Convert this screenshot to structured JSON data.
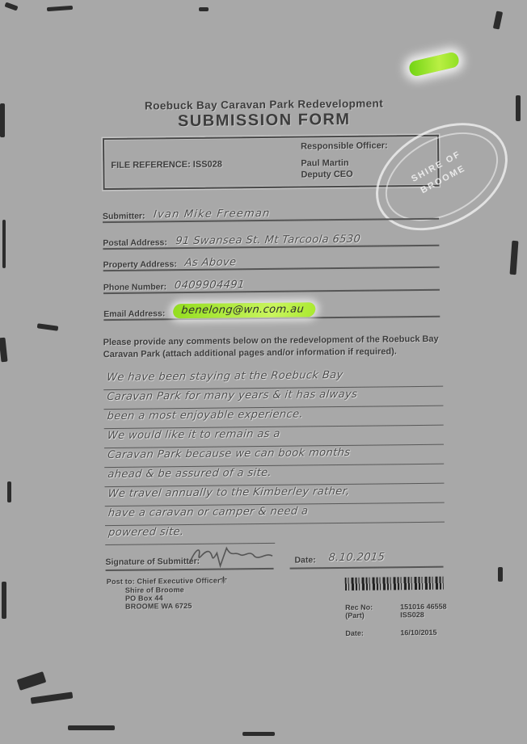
{
  "colors": {
    "paper": "#a8a8a8",
    "ink": "#3b3b3b",
    "handwriting_ink": "#4a4a4a",
    "highlight_green": "#a9e92f"
  },
  "header": {
    "title": "Roebuck Bay Caravan Park Redevelopment",
    "subtitle": "SUBMISSION FORM"
  },
  "reference_box": {
    "file_reference_label": "FILE REFERENCE:",
    "file_reference_value": "ISS028",
    "responsible_officer_label": "Responsible Officer:",
    "officer_name": "Paul Martin",
    "officer_title": "Deputy CEO"
  },
  "stamp": {
    "line1": "SHIRE OF",
    "line2": "BROOME"
  },
  "fields": {
    "submitter": {
      "label": "Submitter:",
      "value": "Ivan Mike Freeman"
    },
    "postal_address": {
      "label": "Postal Address:",
      "value": "91 Swansea St. Mt Tarcoola 6530"
    },
    "property_address": {
      "label": "Property Address:",
      "value": "As Above"
    },
    "phone_number": {
      "label": "Phone Number:",
      "value": "0409904491"
    },
    "email_address": {
      "label": "Email Address:",
      "value": "benelong@wn.com.au"
    }
  },
  "instructions": "Please provide any comments below on the redevelopment of the Roebuck Bay Caravan Park (attach additional pages and/or information if required).",
  "comments": {
    "lines": [
      "We have been staying at the Roebuck Bay",
      "Caravan Park for many years & it has always",
      "been a most enjoyable experience.",
      "We would like it to remain as a",
      "Caravan Park because we can book months",
      "ahead & be assured of a site.",
      "We travel annually to the Kimberley rather,",
      "have a caravan or camper & need a",
      "powered site."
    ]
  },
  "signature_row": {
    "label": "Signature of Submitter:",
    "date_label": "Date:",
    "date_value": "8.10.2015"
  },
  "footer": {
    "post_to_line1": "Post to: Chief Executive Officer",
    "post_to_line2": "Shire of Broome",
    "post_to_line3": "PO Box 44",
    "post_to_line4": "BROOME WA 6725",
    "rec_no_label": "Rec No:",
    "part_label": "(Part)",
    "rec_no_value": "151016 46558",
    "part_value": "ISS028",
    "date_label": "Date:",
    "date_value": "16/10/2015"
  }
}
